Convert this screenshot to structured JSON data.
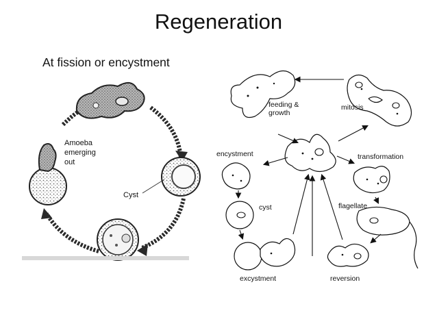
{
  "slide": {
    "title": "Regeneration",
    "subtitle": "At fission or encystment"
  },
  "left_diagram": {
    "label_amoeba_1": "Amoeba",
    "label_amoeba_2": "emerging",
    "label_amoeba_3": "out",
    "label_cyst": "Cyst"
  },
  "right_diagram": {
    "label_feeding_1": "feeding &",
    "label_feeding_2": "growth",
    "label_mitosis": "mitosis",
    "label_encystment": "encystment",
    "label_transformation": "transformation",
    "label_cyst": "cyst",
    "label_flagellate": "flagellate",
    "label_excystment": "excystment",
    "label_reversion": "reversion"
  }
}
